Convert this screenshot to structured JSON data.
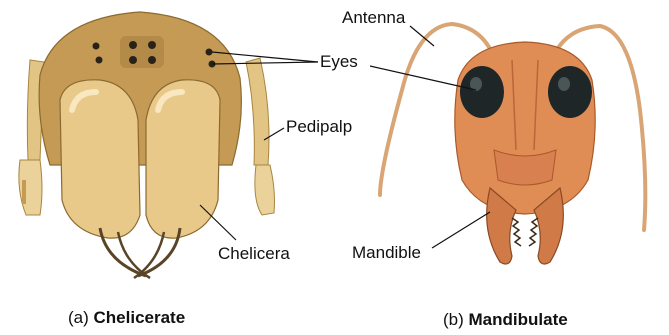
{
  "panels": [
    {
      "caption_prefix": "(a)",
      "caption_name": "Chelicerate",
      "labels": {
        "eyes": "Eyes",
        "pedipalp": "Pedipalp",
        "chelicera": "Chelicera"
      }
    },
    {
      "caption_prefix": "(b)",
      "caption_name": "Mandibulate",
      "labels": {
        "antenna": "Antenna",
        "mandible": "Mandible"
      }
    }
  ],
  "colors": {
    "spider_head": "#c49a55",
    "spider_fang_body": "#e8c98a",
    "spider_leg": "#e2c584",
    "ant_head": "#e08c55",
    "ant_eye": "#1e2628",
    "leader_line": "#111111"
  }
}
